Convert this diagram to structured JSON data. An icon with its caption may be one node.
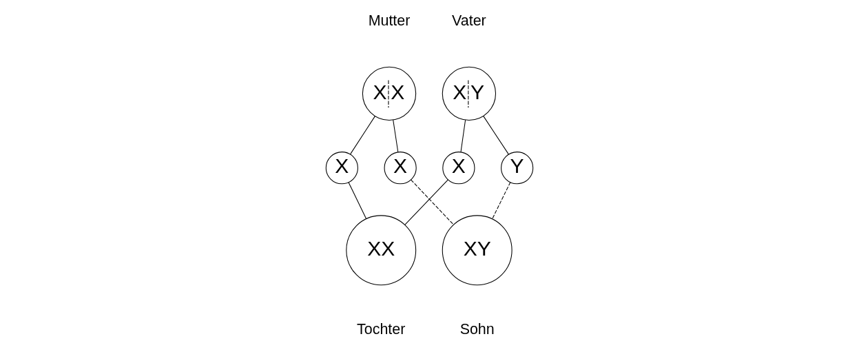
{
  "diagram": {
    "nodes": [
      {
        "text": [
          "X",
          "X"
        ],
        "beside": [
          "Mutter"
        ]
      },
      {
        "text": [
          "X",
          "Y"
        ],
        "beside": [
          "Vater"
        ]
      },
      {
        "text": [
          "X"
        ]
      },
      {
        "text": [
          "X"
        ]
      },
      {
        "text": [
          "X"
        ]
      },
      {
        "text": [
          "Y"
        ]
      },
      {
        "text": [
          "XX"
        ],
        "beside": [
          "Tochter"
        ]
      },
      {
        "text": [
          "XY"
        ],
        "beside": [
          "Sohn"
        ]
      }
    ],
    "edges": [
      {
        "from": 0,
        "to": 2,
        "arrow": "none"
      },
      {
        "from": 0,
        "to": 3,
        "arrow": "none"
      },
      {
        "from": 1,
        "to": 4,
        "arrow": "none"
      },
      {
        "from": 1,
        "to": 5,
        "arrow": "none"
      },
      {
        "from": 2,
        "to": 6,
        "arrow": "none"
      },
      {
        "from": 4,
        "to": 6,
        "arrow": "none"
      },
      {
        "from": 3,
        "to": 7,
        "arrow": "none",
        "style": "dashed"
      },
      {
        "from": 5,
        "to": 7,
        "arrow": "none",
        "style": "dashed"
      }
    ]
  }
}
